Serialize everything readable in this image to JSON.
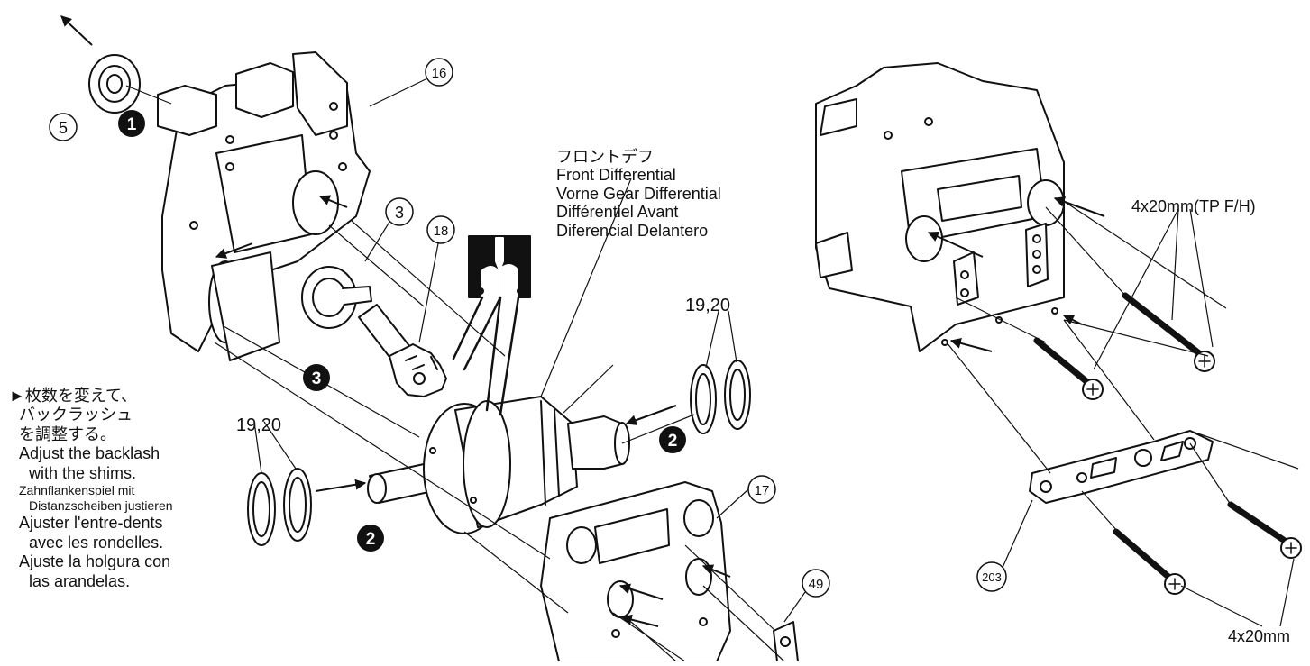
{
  "callouts": {
    "p5": "5",
    "p16": "16",
    "p3": "3",
    "p18": "18",
    "p19_20_right": "19,20",
    "p19_20_left": "19,20",
    "p17": "17",
    "p49": "49",
    "p203": "203"
  },
  "steps": {
    "s1": "1",
    "s2_right": "2",
    "s2_left": "2",
    "s3": "3"
  },
  "title": {
    "jp": "フロントデフ",
    "en": "Front Differential",
    "de": "Vorne Gear Differential",
    "fr": "Différentiel Avant",
    "es": "Diferencial Delantero"
  },
  "note": {
    "jp1": "►枚数を変えて、",
    "jp2": "バックラッシュ",
    "jp3": "を調整する。",
    "en1": "Adjust the backlash",
    "en2": "with the shims.",
    "de1": "Zahnflankenspiel mit",
    "de2": "Distanzscheiben justieren",
    "fr1": "Ajuster l'entre-dents",
    "fr2": "avec les rondelles.",
    "es1": "Ajuste la holgura con",
    "es2": "las arandelas."
  },
  "screws": {
    "tp": "4x20mm(TP F/H)",
    "std": "4x20mm"
  }
}
